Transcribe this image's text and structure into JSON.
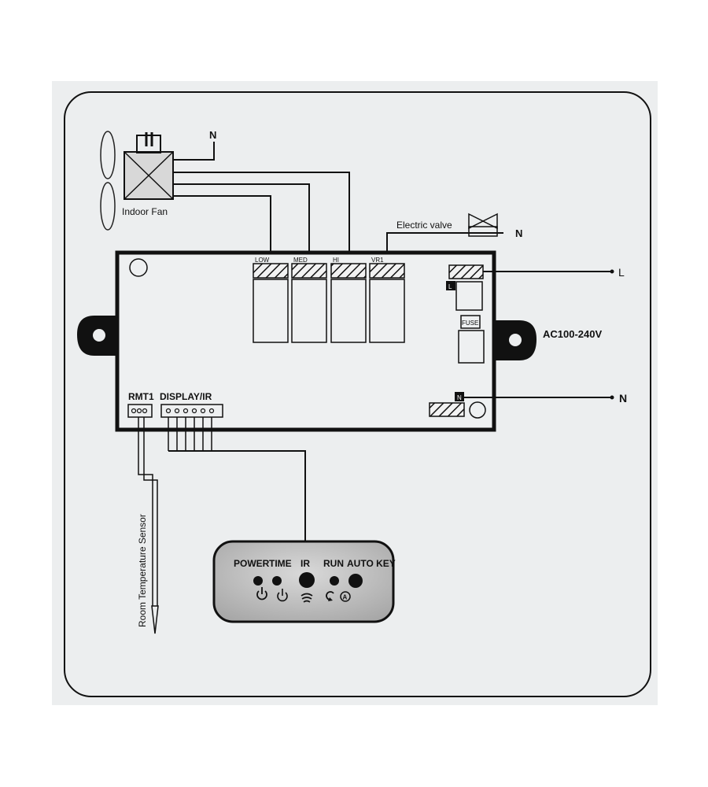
{
  "fan": {
    "label": "Indoor Fan",
    "neutral": "N"
  },
  "valve": {
    "label": "Electric valve",
    "neutral": "N"
  },
  "relays": [
    "LOW",
    "MED",
    "HI",
    "VR1"
  ],
  "power": {
    "line": "L",
    "neutral": "N",
    "voltage": "AC100-240V",
    "fuse": "FUSE",
    "l_tag": "L",
    "n_tag": "N"
  },
  "connectors": {
    "rmt1": "RMT1",
    "display": "DISPLAY/IR"
  },
  "sensor": {
    "label": "Room Temperature Sensor"
  },
  "display_panel": {
    "labels": {
      "power": "POWER",
      "time": "TIME",
      "ir": "IR",
      "run": "RUN",
      "auto_key": "AUTO KEY"
    },
    "icons": [
      "power-icon",
      "timer-icon",
      "ir-signal-icon",
      "run-icon",
      "auto-icon"
    ]
  }
}
